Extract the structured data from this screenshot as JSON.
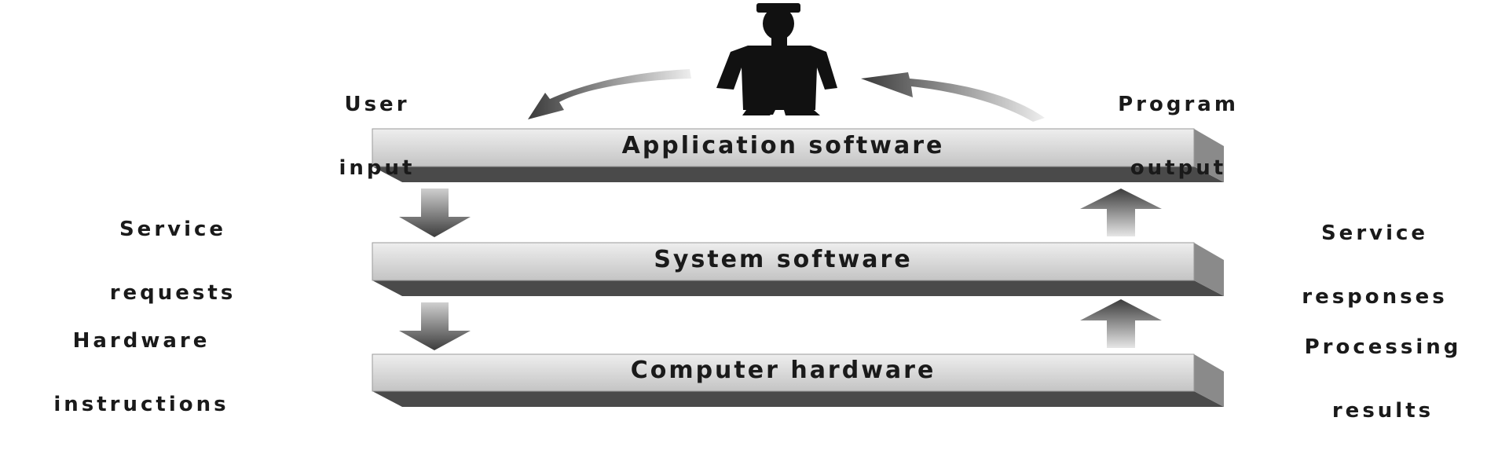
{
  "layers": [
    {
      "label": "Application software"
    },
    {
      "label": "System software"
    },
    {
      "label": "Computer hardware"
    }
  ],
  "top_labels": {
    "left": [
      "User",
      "input"
    ],
    "right": [
      "Program",
      "output"
    ]
  },
  "side_labels": {
    "left": [
      [
        "Service",
        "requests"
      ],
      [
        "Hardware",
        "instructions"
      ]
    ],
    "right": [
      [
        "Service",
        "responses"
      ],
      [
        "Processing",
        "results"
      ]
    ]
  },
  "colors": {
    "slab_face": "#d2d2d2",
    "slab_side": "#8a8a8a",
    "slab_bottom": "#4a4a4a",
    "arrow": "#555555",
    "figure": "#111111"
  }
}
